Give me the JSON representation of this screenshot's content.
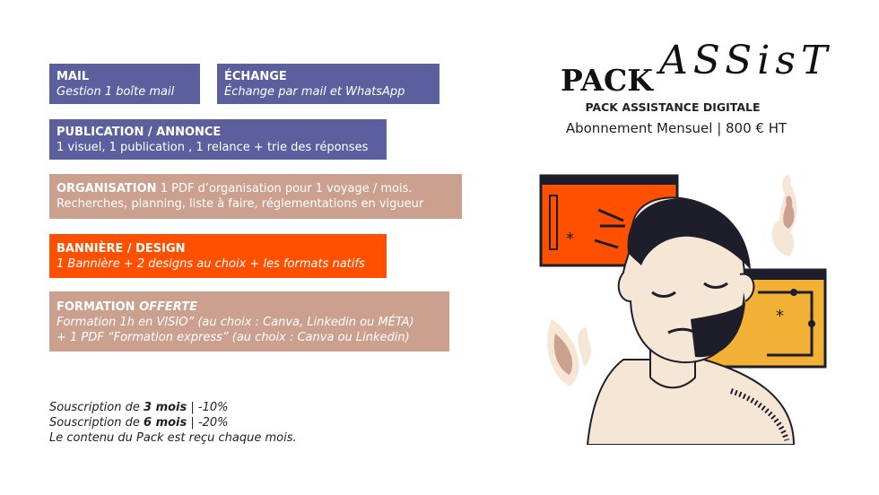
{
  "services": {
    "mail": {
      "title": "MAIL",
      "desc": "Gestion 1 boîte mail"
    },
    "echange": {
      "title": "ÉCHANGE",
      "desc": "Échange par mail et WhatsApp"
    },
    "publication": {
      "title": "PUBLICATION / ANNONCE",
      "desc": "1 visuel, 1 publication , 1 relance +  trie des réponses"
    },
    "organisation": {
      "title": "ORGANISATION",
      "desc_line1": " 1 PDF d’organisation pour 1 voyage / mois.",
      "desc_line2": " Recherches, planning, liste à faire, réglementations en vigueur"
    },
    "banniere": {
      "title": "BANNIÈRE / DESIGN",
      "desc": "1 Bannière + 2 designs au choix  + les formats natifs"
    },
    "formation": {
      "title": "FORMATION",
      "title_em": " OFFERTE",
      "line1": "Formation 1h en VISIO”  (au choix : Canva, Linkedin ou MÉTA)",
      "line2": "+ 1 PDF “Formation express” (au choix : Canva ou Linkedin)"
    }
  },
  "footer": {
    "line1_a": "Souscription de ",
    "line1_b": "3 mois",
    "line1_c": " | -10%",
    "line2_a": "Souscription de ",
    "line2_b": "6 mois",
    "line2_c": " | -20%",
    "line3": "Le contenu du Pack est reçu chaque mois."
  },
  "header": {
    "pack": "PACK",
    "assist": "ASSisT",
    "subtitle": "PACK ASSISTANCE DIGITALE",
    "price": "Abonnement Mensuel | 800 € HT"
  },
  "colors": {
    "purple": "#5b5f9e",
    "tan": "#cba08e",
    "orange": "#ff5000",
    "yellow": "#f2b134",
    "dark": "#1e1e2a"
  }
}
